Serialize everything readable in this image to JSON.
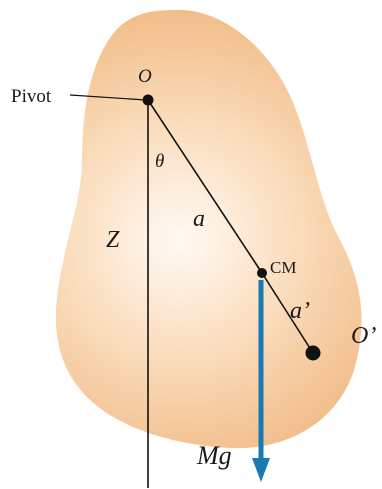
{
  "labels": {
    "pivot": "Pivot",
    "pivot_point": "O",
    "angle": "θ",
    "vertical_axis": "Z",
    "pivot_to_cm": "a",
    "center_of_mass": "CM",
    "cm_to_oscillation_center": "a’",
    "oscillation_center": "O’",
    "weight_force": "Mg"
  },
  "colors": {
    "body_fill_center": "#fffaf3",
    "body_fill_edge": "#f3c08e",
    "force_arrow": "#1a78b3",
    "lines": "#111111"
  }
}
